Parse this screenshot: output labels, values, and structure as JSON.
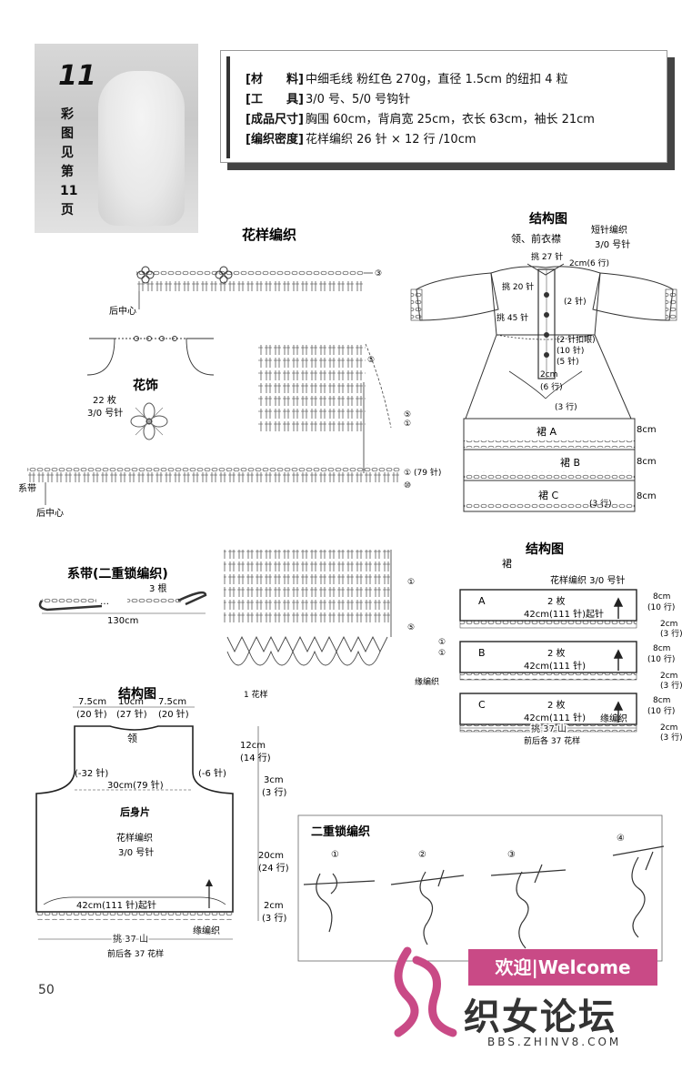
{
  "header": {
    "project_number": "11",
    "see_color": [
      "彩",
      "图",
      "见",
      "第",
      "11",
      "页"
    ],
    "specs": [
      {
        "key": "[材　　料]",
        "value": "中细毛线 粉红色 270g，直径 1.5cm 的纽扣 4 粒"
      },
      {
        "key": "[工　　具]",
        "value": "3/0 号、5/0 号钩针"
      },
      {
        "key": "[成品尺寸]",
        "value": "胸围 60cm，背肩宽 25cm，衣长 63cm，袖长 21cm"
      },
      {
        "key": "[编织密度]",
        "value": "花样编织 26 针 × 12 行 /10cm"
      }
    ]
  },
  "pattern_chart": {
    "title": "花样编织",
    "back_center": "后中心",
    "back_center_2": "后中心",
    "tie": "系带",
    "flower_title": "花饰",
    "flower_count": "22 枚",
    "flower_hook": "3/0 号针",
    "row_marks": [
      "③",
      "⑤",
      "⑤",
      "①",
      "⑩",
      "①",
      "⑤",
      "①",
      "①",
      "①"
    ],
    "start_note": "(79 针)",
    "one_pattern": "1 花样",
    "edging": "缘编织"
  },
  "tie_band": {
    "title": "系带(二重锁编织)",
    "count": "3 根",
    "length": "130cm"
  },
  "back_piece": {
    "title": "结构图",
    "top_dims": [
      "7.5cm",
      "10cm",
      "7.5cm"
    ],
    "top_sts": [
      "(20 针)",
      "(27 针)",
      "(20 针)"
    ],
    "neck": "领",
    "dec_left": "(-32 针)",
    "dec_right": "(-6 针)",
    "chest": "30cm(79 针)",
    "name": "后身片",
    "stitch": "花样编织",
    "hook": "3/0 号针",
    "start": "42cm(111 针)起针",
    "edge": "缘编织",
    "pick": "挑 37 山",
    "pick2": "前后各 37 花样",
    "right_dims": [
      {
        "cm": "12cm",
        "rows": "(14 行)"
      },
      {
        "cm": "3cm",
        "rows": "(3 行)"
      },
      {
        "cm": "20cm",
        "rows": "(24 行)"
      },
      {
        "cm": "2cm",
        "rows": "(3 行)"
      }
    ]
  },
  "dress": {
    "title": "结构图",
    "subtitle": "领、前衣襟",
    "short_stitch": "短针编织",
    "short_hook": "3/0 号针",
    "labels": [
      "挑 27 针",
      "2cm(6 行)",
      "挑 20 针",
      "(2 针)",
      "挑 45 针",
      "(2 针扣眼)",
      "(10 针)",
      "(5 针)",
      "2cm",
      "(6 行)",
      "(3 行)",
      "(3 行)"
    ],
    "skirts": [
      "裙 A",
      "裙 B",
      "裙 C"
    ],
    "skirt_heights": [
      "8cm",
      "8cm",
      "8cm"
    ]
  },
  "skirt": {
    "title": "结构图",
    "sub": "裙",
    "stitch": "花样编织  3/0 号针",
    "pieces": [
      {
        "name": "A",
        "count": "2 枚",
        "start": "42cm(111 针)起针"
      },
      {
        "name": "B",
        "count": "2 枚",
        "start": "42cm(111 针)"
      },
      {
        "name": "C",
        "count": "2 枚",
        "start": "42cm(111 针)"
      }
    ],
    "dims": [
      {
        "cm": "8cm",
        "rows": "(10 行)",
        "cm2": "2cm",
        "rows2": "(3 行)"
      },
      {
        "cm": "8cm",
        "rows": "(10 行)",
        "cm2": "2cm",
        "rows2": "(3 行)"
      },
      {
        "cm": "8cm",
        "rows": "(10 行)",
        "cm2": "2cm",
        "rows2": "(3 行)"
      }
    ],
    "edge": "缘编织",
    "pick": "挑 37 山",
    "pick2": "前后各 37 花样"
  },
  "double_chain": {
    "title": "二重锁编织",
    "steps": [
      "①",
      "②",
      "③",
      "④"
    ]
  },
  "footer": {
    "page_number": "50",
    "welcome": "欢迎|Welcome",
    "forum_name": "织女论坛",
    "forum_url": "BBS.ZHINV8.COM"
  },
  "colors": {
    "accent": "#c94a86",
    "ink": "#222222"
  }
}
